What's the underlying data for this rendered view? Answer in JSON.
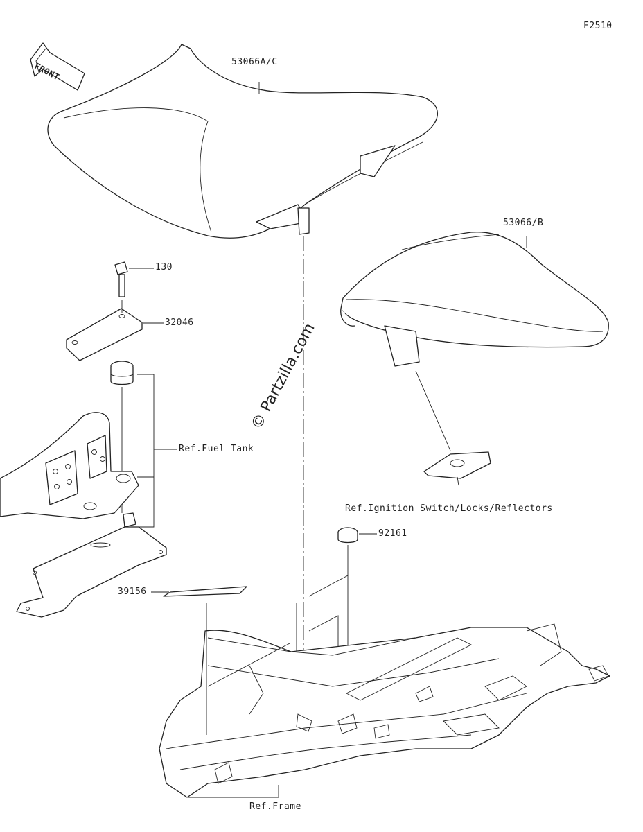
{
  "diagram_code": "F2510",
  "front_arrow_label": "FRONT",
  "watermark": "© Partzilla.com",
  "callouts": {
    "front_seat": "53066A/C",
    "rear_seat": "53066/B",
    "bolt": "130",
    "bracket": "32046",
    "fuel_tank_ref": "Ref.Fuel Tank",
    "ignition_ref": "Ref.Ignition Switch/Locks/Reflectors",
    "cap": "92161",
    "pad": "39156",
    "frame_ref": "Ref.Frame"
  }
}
